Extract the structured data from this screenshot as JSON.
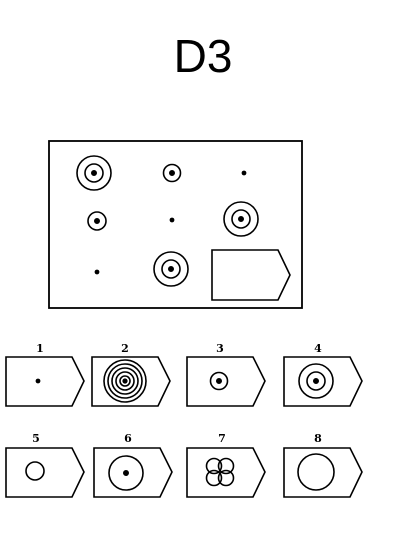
{
  "title": "D3",
  "options": [
    {
      "label": "1"
    },
    {
      "label": "2"
    },
    {
      "label": "3"
    },
    {
      "label": "4"
    },
    {
      "label": "5"
    },
    {
      "label": "6"
    },
    {
      "label": "7"
    },
    {
      "label": "8"
    }
  ]
}
